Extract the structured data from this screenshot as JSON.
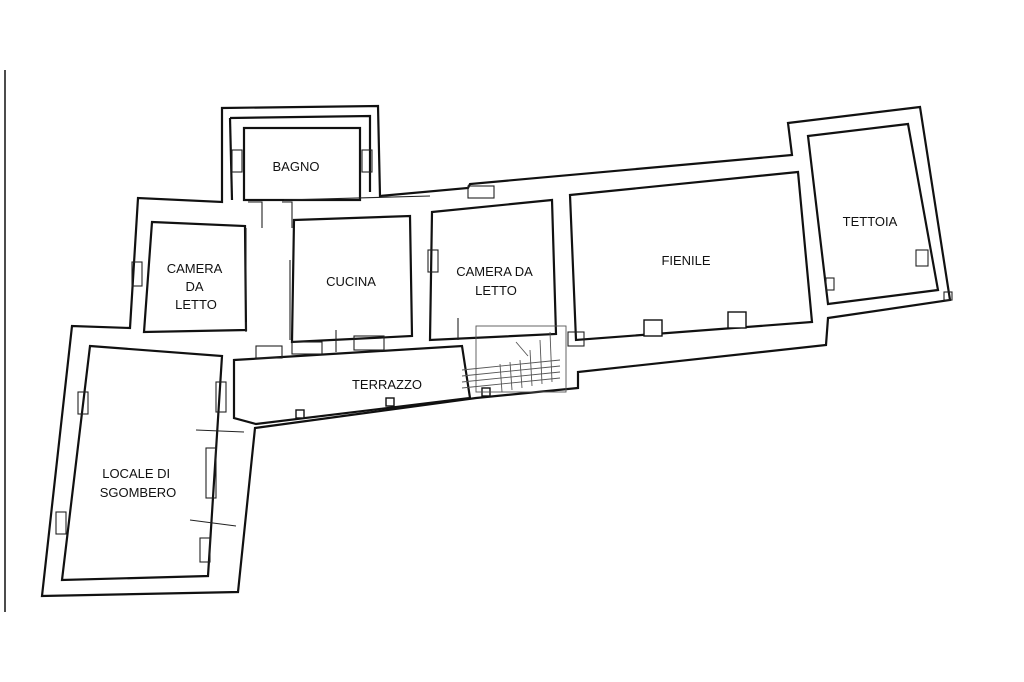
{
  "plan": {
    "rooms": [
      {
        "id": "bagno",
        "lines": [
          "BAGNO"
        ]
      },
      {
        "id": "camera-sx",
        "lines": [
          "CAMERA",
          "DA",
          "LETTO"
        ]
      },
      {
        "id": "cucina",
        "lines": [
          "CUCINA"
        ]
      },
      {
        "id": "camera-dx",
        "lines": [
          "CAMERA DA",
          "LETTO"
        ]
      },
      {
        "id": "fienile",
        "lines": [
          "FIENILE"
        ]
      },
      {
        "id": "tettoia",
        "lines": [
          "TETTOIA"
        ]
      },
      {
        "id": "terrazzo",
        "lines": [
          "TERRAZZO"
        ]
      },
      {
        "id": "locale",
        "lines": [
          "LOCALE DI",
          "SGOMBERO"
        ]
      }
    ]
  }
}
